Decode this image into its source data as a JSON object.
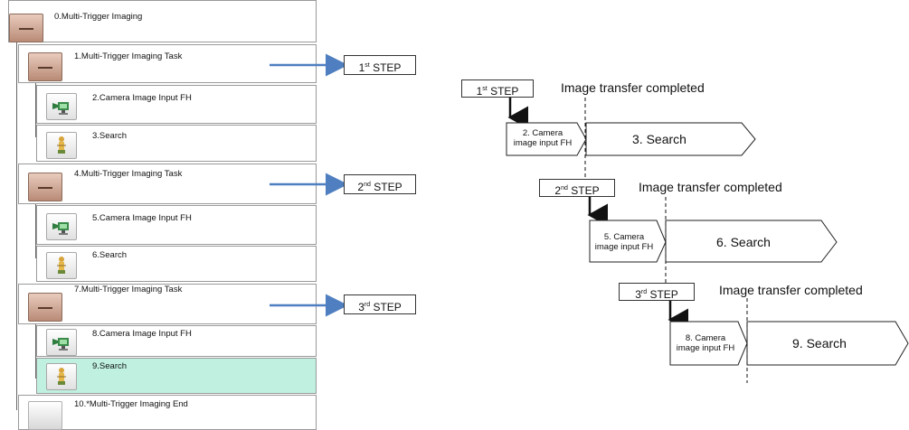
{
  "flow_tree": {
    "items": [
      {
        "label": "0.Multi-Trigger Imaging"
      },
      {
        "label": "1.Multi-Trigger Imaging Task"
      },
      {
        "label": "2.Camera Image Input FH"
      },
      {
        "label": "3.Search"
      },
      {
        "label": "4.Multi-Trigger Imaging Task"
      },
      {
        "label": "5.Camera Image Input FH"
      },
      {
        "label": "6.Search"
      },
      {
        "label": "7.Multi-Trigger Imaging Task"
      },
      {
        "label": "8.Camera Image Input FH"
      },
      {
        "label": "9.Search"
      },
      {
        "label": "10.*Multi-Trigger Imaging End"
      }
    ],
    "selected_index": 9
  },
  "steps": [
    {
      "num": "1",
      "sup": "st",
      "word": "STEP"
    },
    {
      "num": "2",
      "sup": "nd",
      "word": "STEP"
    },
    {
      "num": "3",
      "sup": "rd",
      "word": "STEP"
    }
  ],
  "timing": {
    "rows": [
      {
        "step_num": "1",
        "step_sup": "st",
        "step_word": "STEP",
        "transfer": "Image transfer completed",
        "input_line1": "2. Camera",
        "input_line2": "image input FH",
        "search": "3. Search"
      },
      {
        "step_num": "2",
        "step_sup": "nd",
        "step_word": "STEP",
        "transfer": "Image transfer completed",
        "input_line1": "5. Camera",
        "input_line2": "image input FH",
        "search": "6. Search"
      },
      {
        "step_num": "3",
        "step_sup": "rd",
        "step_word": "STEP",
        "transfer": "Image transfer completed",
        "input_line1": "8. Camera",
        "input_line2": "image input FH",
        "search": "9. Search"
      }
    ]
  },
  "colors": {
    "selected_row": "#bff0e0",
    "arrow": "#4f7fc0",
    "task_tile": "#c99a85"
  },
  "icons": {
    "task": "collapse-minus-icon",
    "camera": "camera-input-icon",
    "search": "search-figure-icon"
  }
}
